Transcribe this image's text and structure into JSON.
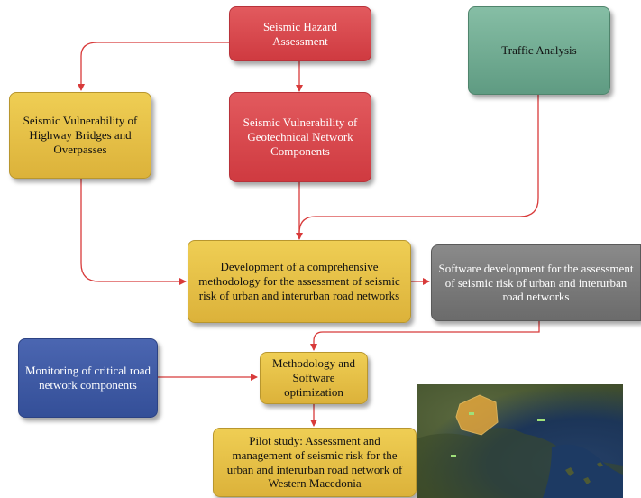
{
  "nodes": {
    "hazard": "Seismic Hazard Assessment",
    "bridges": "Seismic Vulnerability of Highway Bridges and Overpasses",
    "geotech": "Seismic Vulnerability of Geotechnical Network Components",
    "traffic": "Traffic Analysis",
    "methodology": "Development of a comprehensive methodology for the assessment of seismic risk of urban and interurban road networks",
    "software": "Software development for the assessment of seismic risk of urban and interurban road networks",
    "monitoring": "Monitoring of critical road network components",
    "optimization": "Methodology and Software optimization",
    "pilot": "Pilot study: Assessment and management of seismic risk for the urban and interurban road network of Western Macedonia"
  },
  "colors": {
    "arrow": "#d83a3a",
    "red": "#d8434a",
    "gold": "#e8c24a",
    "teal": "#74ad94",
    "gray": "#7a7a7a",
    "blue": "#3c5aa6"
  }
}
